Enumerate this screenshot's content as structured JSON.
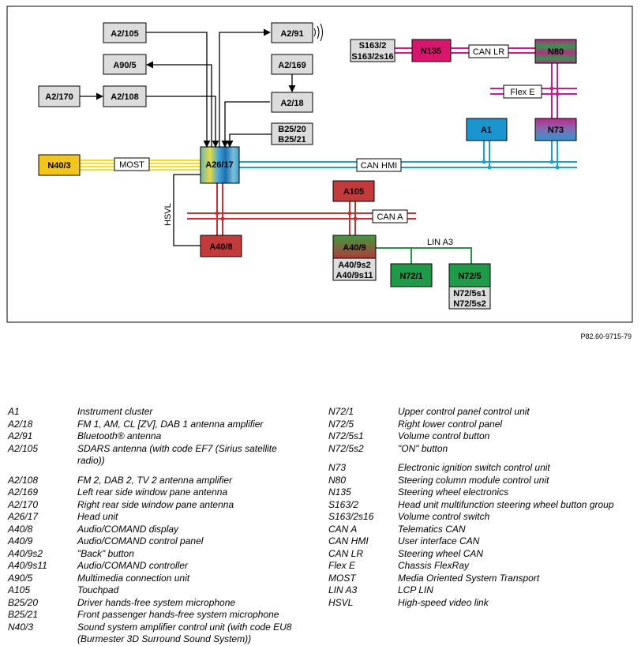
{
  "diagram": {
    "nodes": {
      "a2_105": "A2/105",
      "a2_91": "A2/91",
      "a90_5": "A90/5",
      "a2_169": "A2/169",
      "a2_170": "A2/170",
      "a2_108": "A2/108",
      "a2_18": "A2/18",
      "b25_20": "B25/20",
      "b25_21": "B25/21",
      "n40_3": "N40/3",
      "a26_17": "A26/17",
      "a40_8": "A40/8",
      "a105": "A105",
      "a40_9": "A40/9",
      "a40_9s2": "A40/9s2",
      "a40_9s11": "A40/9s11",
      "n72_1": "N72/1",
      "n72_5": "N72/5",
      "n72_5s1": "N72/5s1",
      "n72_5s2": "N72/5s2",
      "s163_2": "S163/2",
      "s163_2s16": "S163/2s16",
      "n135": "N135",
      "n80": "N80",
      "a1": "A1",
      "n73": "N73"
    },
    "bus_labels": {
      "most": "MOST",
      "can_hmi": "CAN HMI",
      "can_lr": "CAN LR",
      "flex_e": "Flex E",
      "can_a": "CAN A",
      "lin_a3": "LIN A3",
      "hsvl": "HSVL"
    },
    "colors": {
      "most": "#f7dc26",
      "can_hmi": "#1aa1d1",
      "can_lr": "#cc1a8a",
      "can_a": "#cf2b33",
      "lin": "#1f9a43",
      "n40_3": "#f2c618",
      "n135": "#d8166e",
      "a1": "#1b95cf",
      "a40_8": "#c33a3a",
      "a105": "#c33a3a",
      "n72": "#1e9a48",
      "grey_box": "#dcdcdc"
    },
    "reference": "P82.60-9715-79"
  },
  "legend": {
    "left": [
      {
        "code": "A1",
        "desc": "Instrument cluster"
      },
      {
        "code": "A2/18",
        "desc": "FM 1, AM, CL [ZV], DAB 1 antenna amplifier"
      },
      {
        "code": "A2/91",
        "desc": "Bluetooth® antenna"
      },
      {
        "code": "A2/105",
        "desc": "SDARS antenna (with code EF7 (Sirius satellite",
        "desc2": "radio))"
      },
      {
        "code": "A2/108",
        "desc": "FM 2, DAB 2, TV 2 antenna amplifier"
      },
      {
        "code": "A2/169",
        "desc": "Left rear side window pane antenna"
      },
      {
        "code": "A2/170",
        "desc": "Right rear side window pane antenna"
      },
      {
        "code": "A26/17",
        "desc": "Head unit"
      },
      {
        "code": "A40/8",
        "desc": "Audio/COMAND display"
      },
      {
        "code": "A40/9",
        "desc": "Audio/COMAND control panel"
      },
      {
        "code": "A40/9s2",
        "desc": "\"Back\" button"
      },
      {
        "code": "A40/9s11",
        "desc": "Audio/COMAND controller"
      },
      {
        "code": "A90/5",
        "desc": "Multimedia connection unit"
      },
      {
        "code": "A105",
        "desc": "Touchpad"
      },
      {
        "code": "B25/20",
        "desc": "Driver hands-free system microphone"
      },
      {
        "code": "B25/21",
        "desc": "Front passenger hands-free system microphone"
      },
      {
        "code": "N40/3",
        "desc": "Sound system amplifier control unit (with code EU8",
        "desc2": "(Burmester 3D Surround Sound System))"
      }
    ],
    "right": [
      {
        "code": "N72/1",
        "desc": "Upper control panel control unit"
      },
      {
        "code": "N72/5",
        "desc": "Right lower control panel"
      },
      {
        "code": "N72/5s1",
        "desc": "Volume control button"
      },
      {
        "code": "N72/5s2",
        "desc": "\"ON\" button"
      },
      {
        "code": "N73",
        "desc": "Electronic ignition switch control unit"
      },
      {
        "code": "N80",
        "desc": "Steering column module control unit"
      },
      {
        "code": "N135",
        "desc": "Steering wheel electronics"
      },
      {
        "code": "S163/2",
        "desc": "Head unit multifunction steering wheel button group"
      },
      {
        "code": "S163/2s16",
        "desc": "Volume control switch"
      },
      {
        "code": "CAN A",
        "desc": "Telematics CAN"
      },
      {
        "code": "CAN HMI",
        "desc": "User interface CAN"
      },
      {
        "code": "CAN LR",
        "desc": "Steering wheel CAN"
      },
      {
        "code": "Flex E",
        "desc": "Chassis FlexRay"
      },
      {
        "code": "MOST",
        "desc": "Media Oriented System Transport"
      },
      {
        "code": "LIN A3",
        "desc": "LCP LIN"
      },
      {
        "code": "HSVL",
        "desc": "High-speed video link"
      }
    ]
  }
}
